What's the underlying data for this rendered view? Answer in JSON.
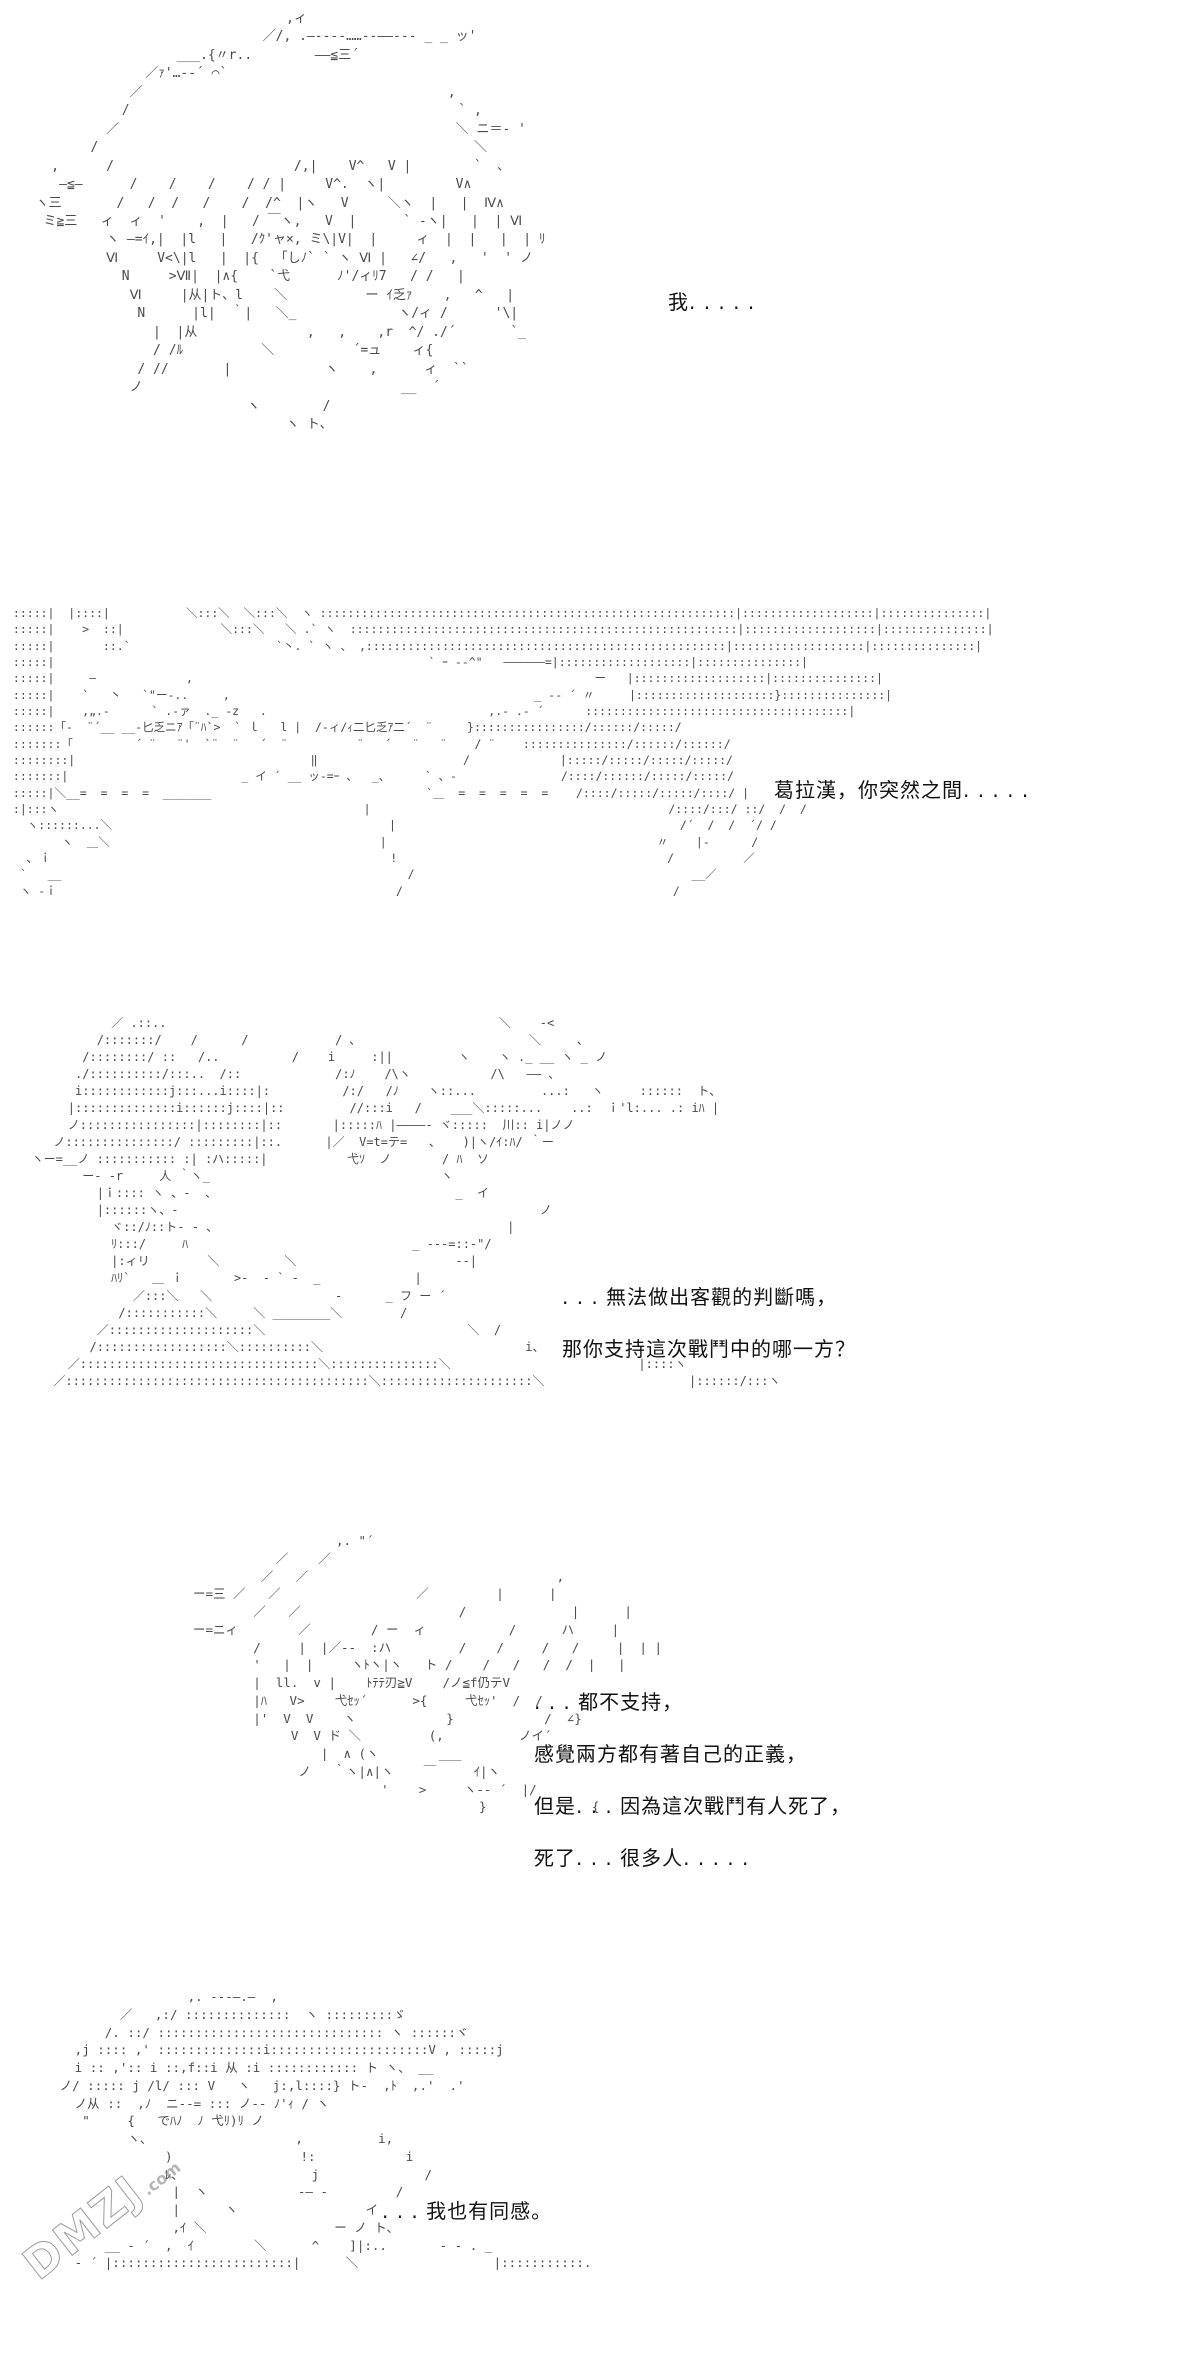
{
  "panels": [
    {
      "id": "p1",
      "dialog": [
        "我. . . . ."
      ]
    },
    {
      "id": "p2",
      "dialog": [
        "葛拉漢，你突然之間. . . . ."
      ]
    },
    {
      "id": "p3",
      "dialog": [
        ". . . 無法做出客觀的判斷嗎，",
        "那你支持這次戰鬥中的哪一方？"
      ]
    },
    {
      "id": "p4",
      "dialog": [
        ". . . 都不支持，",
        "感覺兩方都有著自己的正義，",
        "但是. . . 因為這次戰鬥有人死了，",
        "死了. . . 很多人. . . . ."
      ]
    },
    {
      "id": "p5",
      "dialog": [
        ". . . 我也有同感。"
      ]
    }
  ],
  "watermark": {
    "main": "DMZJ",
    "sub": ".com"
  }
}
